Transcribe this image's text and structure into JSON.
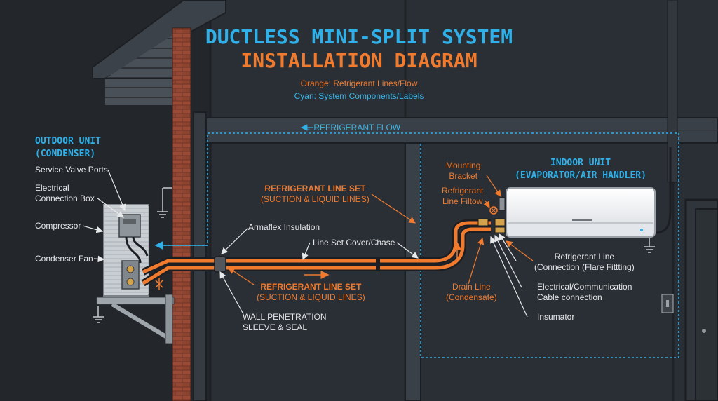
{
  "title": {
    "line1": "DUCTLESS MINI-SPLIT SYSTEM",
    "line2": "INSTALLATION DIAGRAM"
  },
  "legend": {
    "orange": "Orange: Refrigerant Lines/Flow",
    "cyan": "Cyan: System Components/Labels"
  },
  "flow_label": "← REFRIGERANT FLOW",
  "outdoor": {
    "title1": "OUTDOOR UNIT",
    "title2": "(CONDENSER)",
    "service_valve": "Service Valve Ports",
    "electrical1": "Electrical",
    "electrical2": "Connection Box",
    "compressor": "Compressor",
    "condenser_fan": "Condenser Fan"
  },
  "indoor": {
    "title1": "INDOOR UNIT",
    "title2": "(EVAPORATOR/AIR HANDLER)",
    "mounting1": "Mounting",
    "mounting2": "Bracket",
    "filter1": "Refrigerant",
    "filter2": "Line Filtow",
    "refline1": "Refrigerant Line",
    "refline2": "(Connection (Flare Fittting)",
    "cable1": "Electrical/Communication",
    "cable2": "Cable connection",
    "insumator": "Insumator",
    "drain1": "Drain Line",
    "drain2": "(Condensate)"
  },
  "lineset": {
    "top1": "REFRIGERANT LINE SET",
    "top2": "(SUCTION & LIQUID LINES)",
    "bottom1": "REFRIGERANT LINE SET",
    "bottom2": "(SUCTION & LIQUID LINES)",
    "armaflex": "Armaflex Insulation",
    "cover": "Line Set Cover/Chase",
    "wall1": "WALL PENETRATION",
    "wall2": "SLEEVE & SEAL"
  },
  "colors": {
    "background": "#25292e",
    "orange": "#f07a2e",
    "cyan": "#2fb0e8",
    "label": "#e6e8ea"
  }
}
